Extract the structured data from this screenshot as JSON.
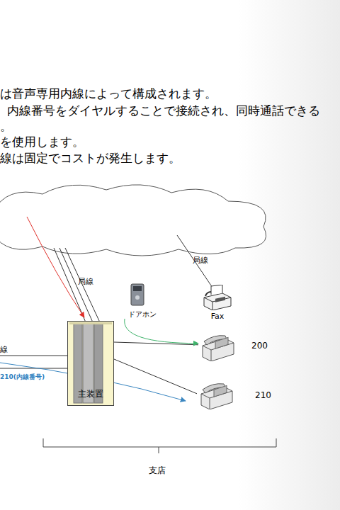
{
  "diagram": {
    "nodes": [
      {
        "text": [
          "ドアホン"
        ]
      },
      {
        "text": [
          "Fax"
        ]
      },
      {
        "text": [
          "主装置"
        ]
      },
      {
        "text": [
          "200"
        ]
      },
      {
        "text": [
          "210"
        ]
      }
    ],
    "edges": [
      {
        "from": 2,
        "to": 3,
        "arrow": "none"
      },
      {
        "from": 2,
        "to": 4,
        "arrow": "none"
      },
      {
        "from": 0,
        "to": 3,
        "arrow": "to"
      }
    ],
    "labels": [
      "は音声専用内線によって構成されます。",
      "内線番号をダイヤルすることで接続され、同時通話できる",
      "。",
      "を使用します。",
      "線は固定でコストが発生します。",
      "局線",
      "局線",
      "線",
      "210(内線番号)",
      "支店"
    ]
  }
}
